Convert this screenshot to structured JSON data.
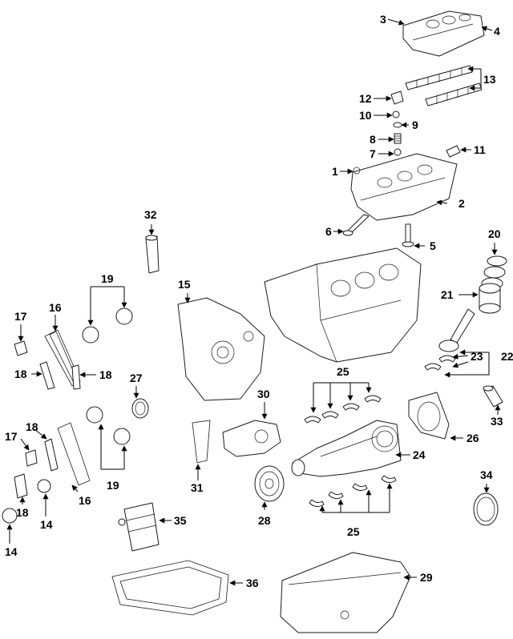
{
  "callouts": {
    "c1": "1",
    "c2": "2",
    "c3": "3",
    "c4": "4",
    "c5": "5",
    "c6": "6",
    "c7": "7",
    "c8": "8",
    "c9": "9",
    "c10": "10",
    "c11": "11",
    "c12": "12",
    "c13": "13",
    "c14a": "14",
    "c14b": "14",
    "c15": "15",
    "c16a": "16",
    "c16b": "16",
    "c17a": "17",
    "c17b": "17",
    "c18a": "18",
    "c18b": "18",
    "c18c": "18",
    "c18d": "18",
    "c19a": "19",
    "c19b": "19",
    "c20": "20",
    "c21": "21",
    "c22": "22",
    "c23": "23",
    "c24": "24",
    "c25a": "25",
    "c25b": "25",
    "c26": "26",
    "c27": "27",
    "c28": "28",
    "c29": "29",
    "c30": "30",
    "c31": "31",
    "c32": "32",
    "c33": "33",
    "c34": "34",
    "c35": "35",
    "c36": "36"
  }
}
